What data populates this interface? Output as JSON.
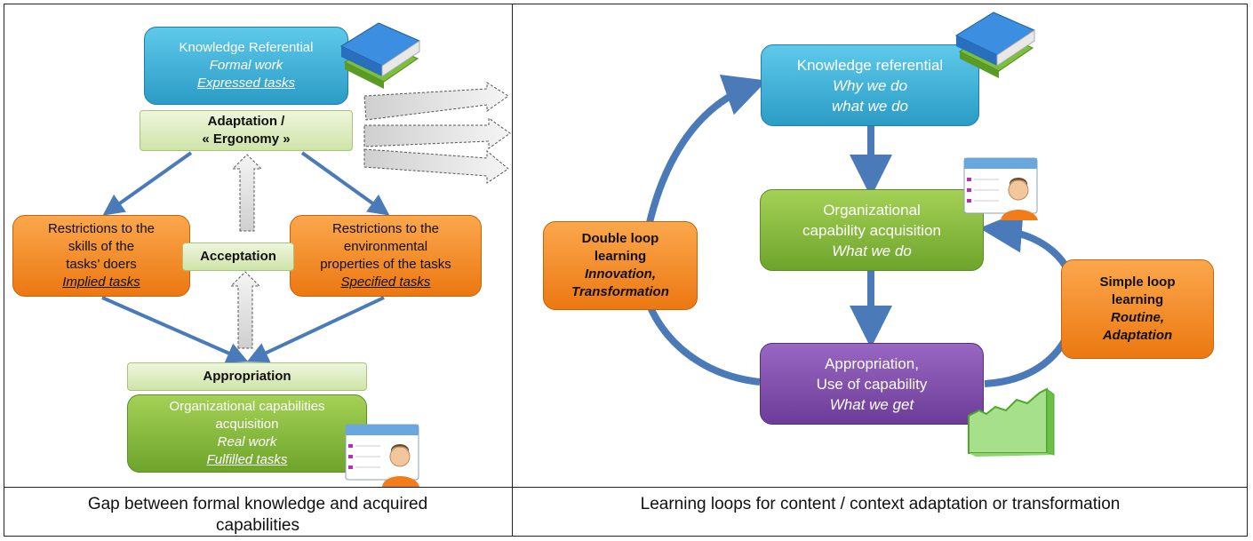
{
  "left": {
    "knowledge": {
      "title": "Knowledge Referential",
      "line2": "Formal work",
      "line3": "Expressed tasks"
    },
    "adaptation": {
      "line1": "Adaptation /",
      "line2": "« Ergonomy »"
    },
    "restr_skills": {
      "line1": "Restrictions to the",
      "line2": "skills of the",
      "line3": "tasks’ doers",
      "line4": "Implied tasks"
    },
    "acceptation": "Acceptation",
    "restr_env": {
      "line1": "Restrictions to the",
      "line2": "environmental",
      "line3": "properties of the tasks",
      "line4": "Specified tasks"
    },
    "appropriation": "Appropriation",
    "org_cap": {
      "line1": "Organizational capabilities",
      "line2": "acquisition",
      "line3": "Real work",
      "line4": "Fulfilled tasks"
    },
    "caption": {
      "line1": "Gap between formal knowledge and acquired",
      "line2": "capabilities"
    }
  },
  "right": {
    "knowledge": {
      "line1": "Knowledge referential",
      "line2": "Why we do",
      "line3": "what we do"
    },
    "org_cap": {
      "line1": "Organizational",
      "line2": "capability acquisition",
      "line3": "What we do"
    },
    "appropriation": {
      "line1": "Appropriation,",
      "line2": "Use of capability",
      "line3": "What we get"
    },
    "double_loop": {
      "line1": "Double loop",
      "line2": "learning",
      "line3": "Innovation,",
      "line4": "Transformation"
    },
    "simple_loop": {
      "line1": "Simple loop",
      "line2": "learning",
      "line3": "Routine,",
      "line4": "Adaptation"
    },
    "caption": "Learning loops for content / context adaptation or transformation"
  },
  "icons": [
    "books-icon",
    "user-profile-icon",
    "growth-chart-icon"
  ],
  "colors": {
    "blue": "#2b9cc6",
    "green": "#6ea42b",
    "orange": "#ec7812",
    "purple": "#6c3d98",
    "arrow": "#4a7ab8",
    "pale_green": "#cfe4a8"
  }
}
